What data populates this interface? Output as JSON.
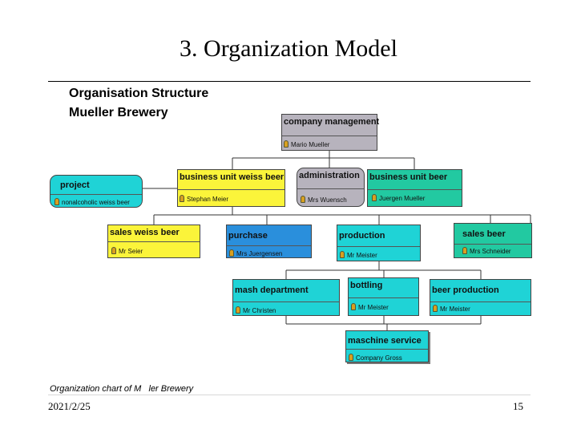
{
  "slide": {
    "title": "3. Organization Model",
    "date": "2021/2/25",
    "page": "15"
  },
  "chart": {
    "heading_line1": "Organisation Structure",
    "heading_line2": "Mueller Brewery",
    "caption": "Organization chart of M   ler Brewery",
    "units": {
      "company_management": {
        "title": "company management",
        "person": "Mario Mueller"
      },
      "project": {
        "title": "project",
        "person": "nonalcoholic weiss beer"
      },
      "bu_weiss": {
        "title": "business unit weiss beer",
        "person": "Stephan Meier"
      },
      "administration": {
        "title": "administration",
        "person": "Mrs Wuensch"
      },
      "bu_beer": {
        "title": "business unit beer",
        "person": "Juergen Mueller"
      },
      "sales_weiss": {
        "title": "sales weiss beer",
        "person": "Mr Seier"
      },
      "purchase": {
        "title": "purchase",
        "person": "Mrs Juergensen"
      },
      "production": {
        "title": "production",
        "person": "Mr Meister"
      },
      "sales_beer": {
        "title": "sales beer",
        "person": "Mrs Schneider"
      },
      "mash": {
        "title": "mash department",
        "person": "Mr Christen"
      },
      "bottling": {
        "title": "bottling",
        "person": "Mr Meister"
      },
      "beer_production": {
        "title": "beer production",
        "person": "Mr Meister"
      },
      "maschine_service": {
        "title": "maschine service",
        "person": "Company Gross"
      }
    },
    "colors": {
      "yellow": "#fbf43a",
      "grey": "#b7b3bd",
      "cyan": "#1fd3d6",
      "blue": "#2a8fdc",
      "green": "#22c9a1"
    }
  }
}
